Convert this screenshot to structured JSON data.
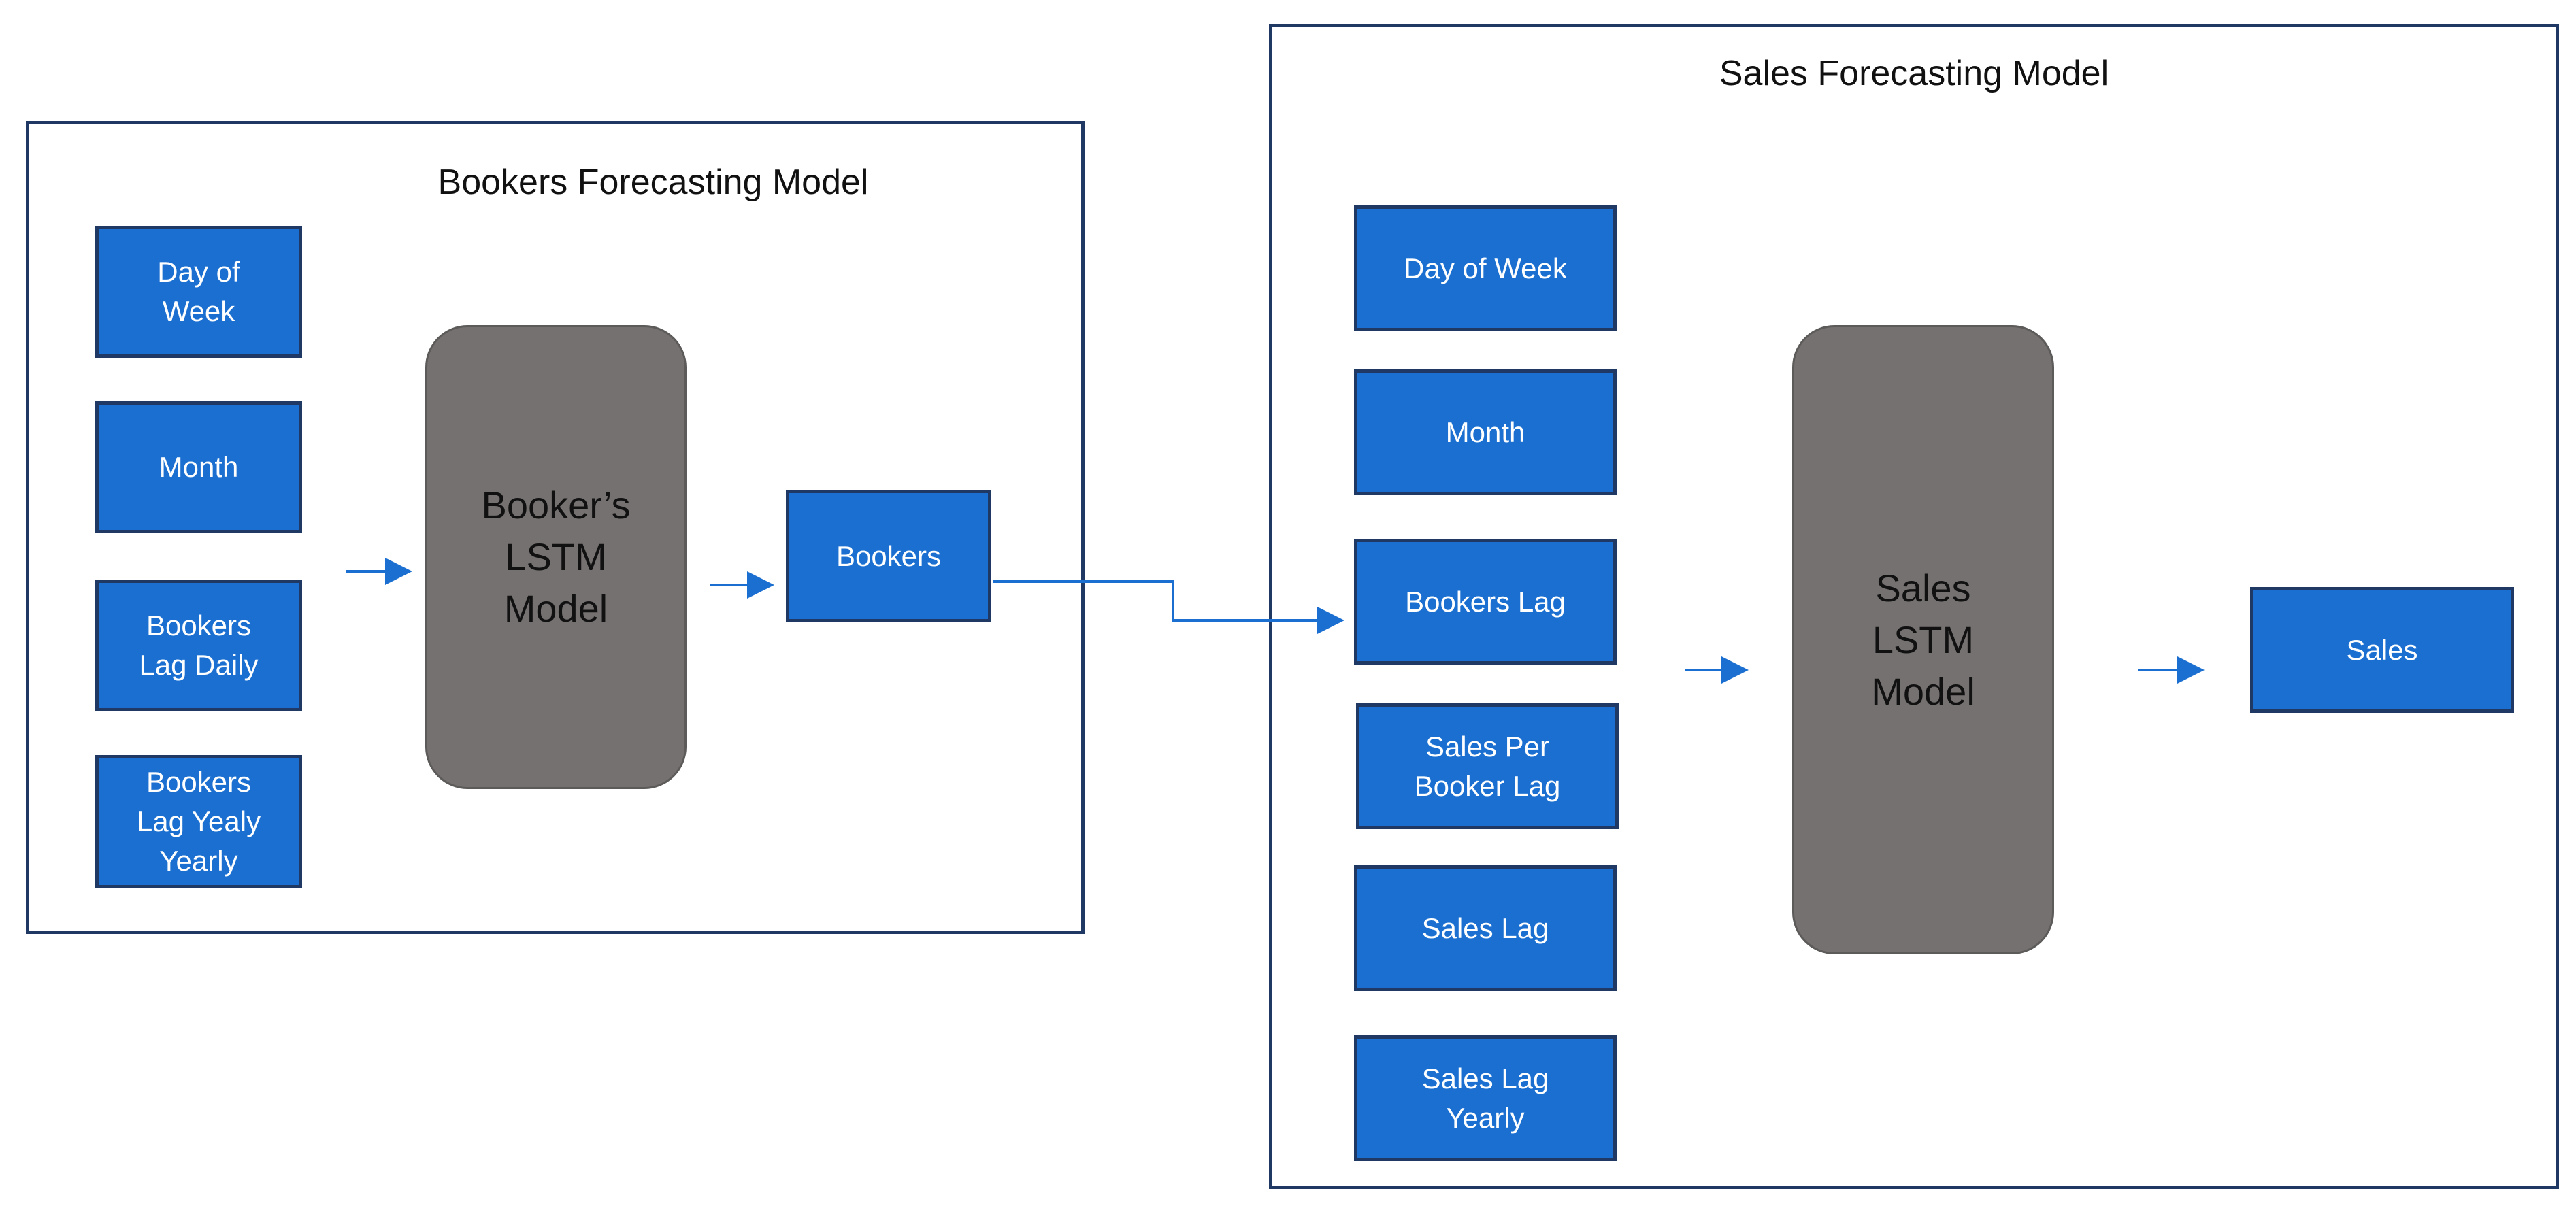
{
  "bookers_model": {
    "title": "Bookers Forecasting Model",
    "inputs": [
      "Day of\nWeek",
      "Month",
      "Bookers\nLag Daily",
      "Bookers\nLag Yealy\nYearly"
    ],
    "lstm_label": "Booker’s\nLSTM\nModel",
    "output": "Bookers"
  },
  "sales_model": {
    "title": "Sales Forecasting Model",
    "inputs": [
      "Day of Week",
      "Month",
      "Bookers Lag",
      "Sales Per\nBooker Lag",
      "Sales Lag",
      "Sales Lag\nYearly"
    ],
    "lstm_label": "Sales\nLSTM\nModel",
    "output": "Sales"
  },
  "colors": {
    "input_box_fill": "#1a6fd0",
    "box_border": "#1f3864",
    "lstm_fill": "#767171",
    "arrow": "#1a6fd0"
  }
}
